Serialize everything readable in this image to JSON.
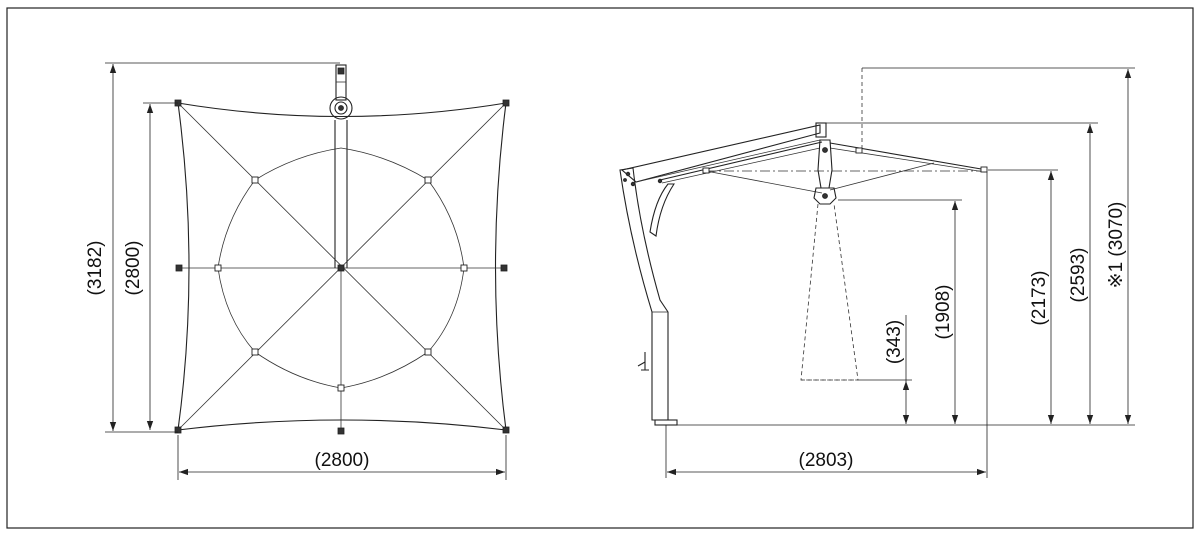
{
  "plan_view": {
    "width_label": "(2800)",
    "overall_height_label": "(3182)",
    "canopy_height_label": "(2800)"
  },
  "side_view": {
    "span_label": "(2803)",
    "light_height_label": "(343)",
    "light_top_label": "(1908)",
    "canopy_edge_label": "(2173)",
    "canopy_top_label": "(2593)",
    "overall_height_label": "※1 (3070)"
  }
}
